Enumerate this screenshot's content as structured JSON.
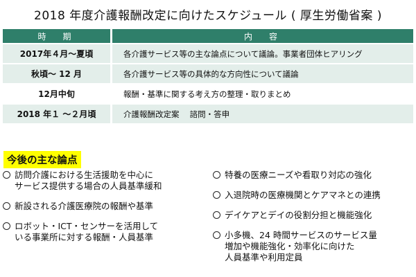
{
  "title": "2018 年度介護報酬改定に向けたスケジュール ( 厚生労働省案 )",
  "schedule": {
    "headers": [
      "時　期",
      "内　容"
    ],
    "rows": [
      {
        "period": "2017年４月～夏頃",
        "content": "各介護サービス等の主な論点について議論。事業者団体ヒアリング"
      },
      {
        "period": "秋頃～ 12 月",
        "content": "各介護サービス等の具体的な方向性について議論"
      },
      {
        "period": "12月中旬",
        "content": "報酬・基準に関する考え方の整理・取りまとめ"
      },
      {
        "period": "2018 年１ ～２月頃",
        "content": "介護報酬改定案　 諮問・答申"
      }
    ]
  },
  "issues": {
    "heading": "今後の主な論点",
    "left": [
      "訪問介護における生活援助を中心に\nサービス提供する場合の人員基準緩和",
      "新設される介護医療院の報酬や基準",
      "ロボット・ICT・センサーを活用して\nいる事業所に対する報酬・人員基準"
    ],
    "right": [
      "特養の医療ニーズや看取り対応の強化",
      "入退院時の医療機関とケアマネとの連携",
      "デイケアとデイの役割分担と機能強化",
      "小多機、24 時間サービスのサービス量\n増加や機能強化・効率化に向けた\n人員基準や利用定員"
    ]
  },
  "colors": {
    "header_bg": "#2f7f6a",
    "band_bg": "#e3eeea",
    "highlight": "#ffff00"
  }
}
